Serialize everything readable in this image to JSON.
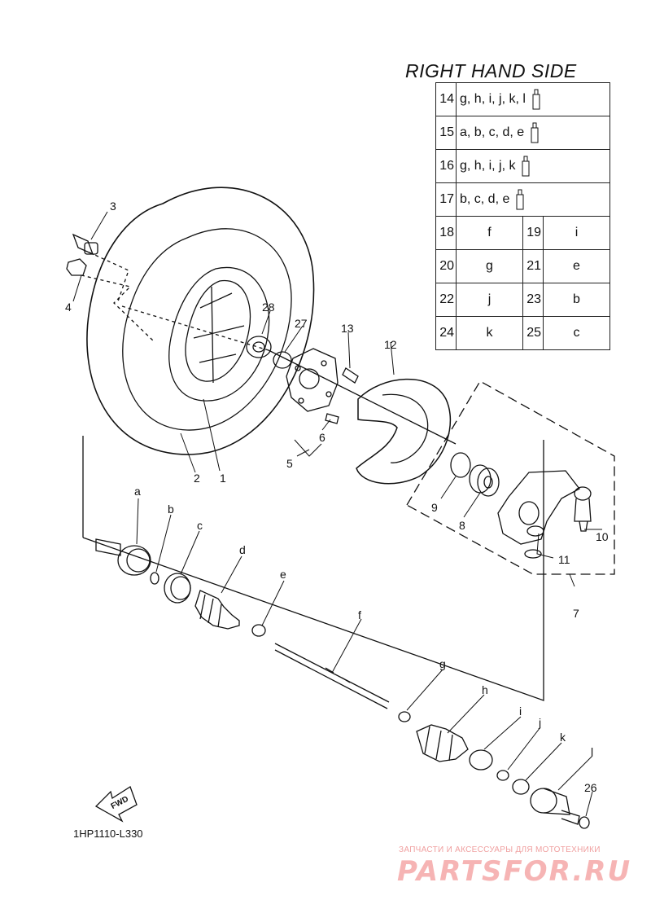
{
  "title": "RIGHT HAND SIDE",
  "code_number": "1HP1110-L330",
  "fwd_label": "FWD",
  "watermark": {
    "tagline": "ЗАПЧАСТИ И АКСЕССУАРЫ ДЛЯ МОТОТЕХНИКИ",
    "logo": "PARTSFOR.RU"
  },
  "side_table": {
    "kit_rows": [
      {
        "num": "14",
        "codes": "g, h, i, j, k, l"
      },
      {
        "num": "15",
        "codes": "a, b, c, d, e"
      },
      {
        "num": "16",
        "codes": "g, h, i, j, k"
      },
      {
        "num": "17",
        "codes": "b, c, d, e"
      }
    ],
    "pair_rows": [
      [
        {
          "num": "18",
          "code": "f"
        },
        {
          "num": "19",
          "code": "i"
        }
      ],
      [
        {
          "num": "20",
          "code": "g"
        },
        {
          "num": "21",
          "code": "e"
        }
      ],
      [
        {
          "num": "22",
          "code": "j"
        },
        {
          "num": "23",
          "code": "b"
        }
      ],
      [
        {
          "num": "24",
          "code": "k"
        },
        {
          "num": "25",
          "code": "c"
        }
      ]
    ]
  },
  "part_labels": {
    "p1": "1",
    "p2": "2",
    "p3": "3",
    "p4": "4",
    "p5": "5",
    "p6": "6",
    "p7": "7",
    "p8": "8",
    "p9": "9",
    "p10": "10",
    "p11": "11",
    "p12": "12",
    "p13": "13",
    "p26": "26",
    "p27": "27",
    "p28": "28",
    "a": "a",
    "b": "b",
    "c": "c",
    "d": "d",
    "e": "e",
    "f": "f",
    "g": "g",
    "h": "h",
    "i": "i",
    "j": "j",
    "k": "k",
    "l": "l"
  }
}
